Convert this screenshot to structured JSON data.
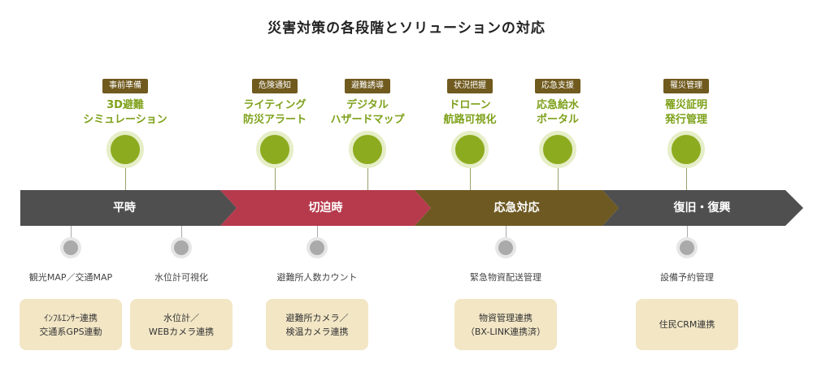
{
  "title": "災害対策の各段階とソリューションの対応",
  "colors": {
    "phase_normal": "#4f4f4f",
    "phase_emergency": "#b63a4c",
    "phase_response": "#6e5922",
    "phase_recovery": "#4f4f4f",
    "tag": "#705a1e",
    "solution_text": "#7ea11a",
    "solution_circle": "#8dab1f",
    "feature_box": "#f2e6c5"
  },
  "phases": [
    {
      "label": "平時"
    },
    {
      "label": "切迫時"
    },
    {
      "label": "応急対応"
    },
    {
      "label": "復旧・復興"
    }
  ],
  "solutions": [
    {
      "tag": "事前準備",
      "title": "3D避難\nシミュレーション"
    },
    {
      "tag": "危険通知",
      "title": "ライティング\n防災アラート"
    },
    {
      "tag": "避難誘導",
      "title": "デジタル\nハザードマップ"
    },
    {
      "tag": "状況把握",
      "title": "ドローン\n航路可視化"
    },
    {
      "tag": "応急支援",
      "title": "応急給水\nポータル"
    },
    {
      "tag": "罹災管理",
      "title": "罹災証明\n発行管理"
    }
  ],
  "features": [
    {
      "label": "観光MAP／交通MAP",
      "box": "ｲﾝﾌﾙｴﾝｻｰ連携\n交通系GPS連動"
    },
    {
      "label": "水位計可視化",
      "box": "水位計／\nWEBカメラ連携"
    },
    {
      "label": "避難所人数カウント",
      "box": "避難所カメラ／\n検温カメラ連携"
    },
    {
      "label": "緊急物資配送管理",
      "box": "物資管理連携\n（BX-LINK連携済）"
    },
    {
      "label": "設備予約管理",
      "box": "住民CRM連携"
    }
  ]
}
